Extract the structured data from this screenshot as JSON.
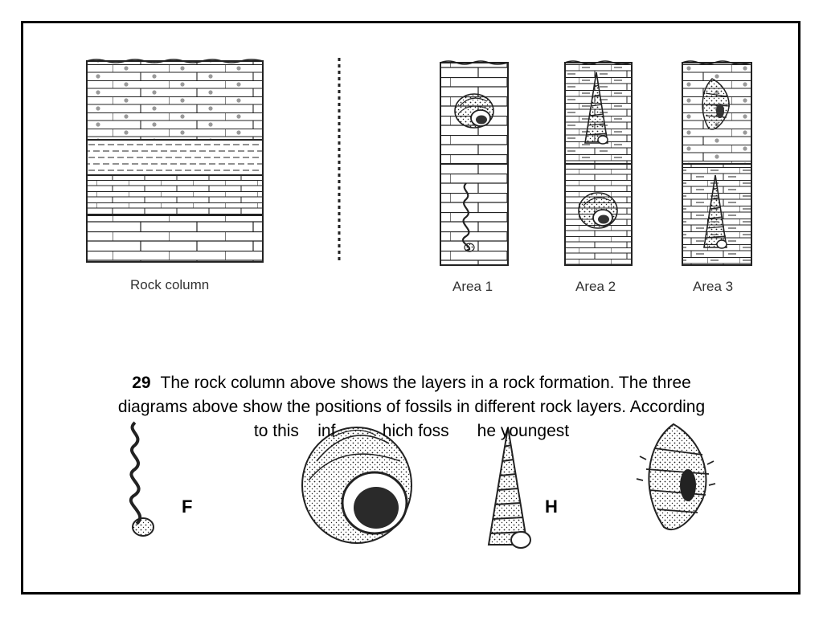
{
  "captions": {
    "rock_column": "Rock column",
    "area1": "Area 1",
    "area2": "Area 2",
    "area3": "Area 3"
  },
  "question": {
    "number": "29",
    "line1": "The rock column above shows the layers in a rock formation. The three",
    "line2": "diagrams  above show the positions of fossils in different rock layers. According",
    "line3": "to this    inf          hich foss      he youngest"
  },
  "choices": {
    "f": "F",
    "h": "H"
  },
  "colors": {
    "line": "#222222",
    "dot": "#9a9a9a",
    "frame": "#000000"
  }
}
